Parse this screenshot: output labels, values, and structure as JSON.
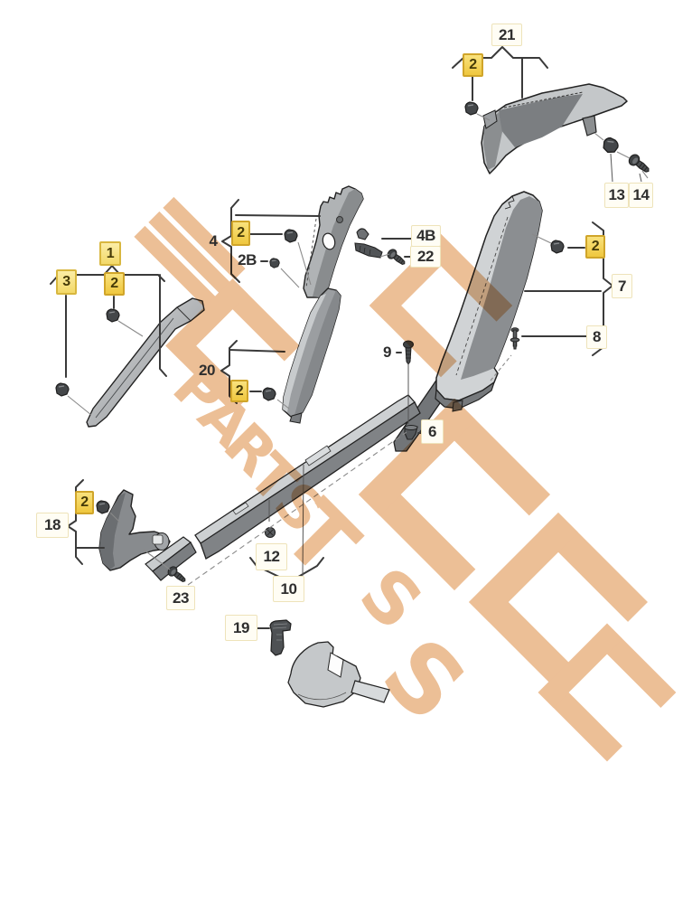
{
  "diagram": {
    "description": "Exploded parts diagram - interior pillar and sill trim panels",
    "colors": {
      "background": "#ffffff",
      "highlight_box": "#efc73e",
      "highlight_border": "#d0a52a",
      "soft_box": "#fffdf4",
      "soft_border": "#eee3ba",
      "watermark": "#dd8a3f",
      "part_light": "#d2d5d7",
      "part_mid": "#9b9ea1",
      "part_dark": "#6b6e71",
      "line": "#3a3a3a"
    },
    "callouts": {
      "c21": "21",
      "c2_21": "2",
      "c13": "13",
      "c14": "14",
      "c4": "4",
      "c2_4": "2",
      "c2b": "2B",
      "c4b": "4B",
      "c22": "22",
      "c1": "1",
      "c2_1": "2",
      "c3": "3",
      "c2_7": "2",
      "c7": "7",
      "c8": "8",
      "c9": "9",
      "c6": "6",
      "c20": "20",
      "c2_20": "2",
      "c18": "18",
      "c2_18": "2",
      "c23": "23",
      "c12": "12",
      "c10": "10",
      "c19": "19"
    },
    "watermark": {
      "letters": [
        "P",
        "A",
        "R",
        "T",
        "S",
        "T",
        "S",
        "S"
      ]
    }
  }
}
